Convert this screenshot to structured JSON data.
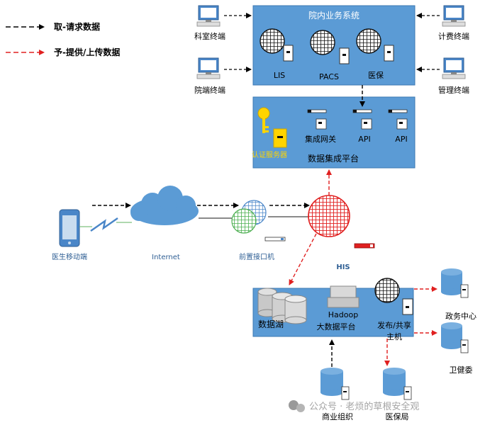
{
  "legend": {
    "fetch_label": "取-请求数据",
    "provide_label": "予-提供/上传数据"
  },
  "his_system": {
    "title": "院内业务系统",
    "servers": [
      "LIS",
      "PACS",
      "医保"
    ]
  },
  "integration_platform": {
    "title": "数据集成平台",
    "auth_label": "认证服务器",
    "gateways": [
      "集成网关",
      "API",
      "API"
    ]
  },
  "terminals": {
    "dept": "科室终端",
    "hospital": "院端终端",
    "billing": "计费终端",
    "management": "管理终端"
  },
  "network": {
    "mobile": "医生移动端",
    "internet": "Internet",
    "front_machine": "前置接口机",
    "his": "HIS"
  },
  "big_data": {
    "lake": "数据湖",
    "hadoop_line1": "Hadoop",
    "hadoop_line2": "大数据平台",
    "publish_line1": "发布/共享",
    "publish_line2": "主机"
  },
  "external": {
    "gov_center": "政务中心",
    "health_commission": "卫健委",
    "commercial": "商业组织",
    "insurance_bureau": "医保局"
  },
  "watermark": "公众号 · 老烦的草根安全观",
  "colors": {
    "panel_blue": "#5b9bd5",
    "fetch_arrow": "#000000",
    "provide_arrow": "#e02020",
    "his_globe": "#e02020"
  }
}
